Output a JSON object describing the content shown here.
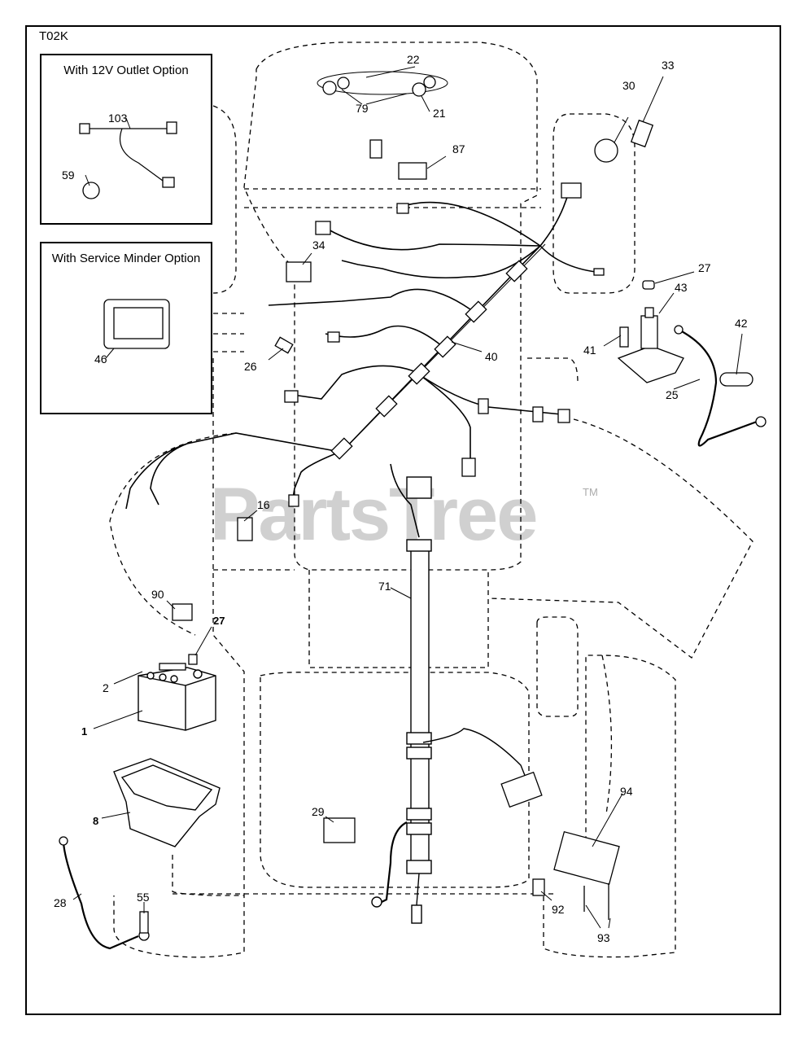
{
  "diagram": {
    "code": "T02K",
    "watermark": "PartsTree",
    "trademark": "TM"
  },
  "insets": {
    "outlet": {
      "title": "With 12V Outlet Option",
      "parts": [
        "103",
        "59"
      ]
    },
    "service": {
      "title": "With Service Minder Option",
      "parts": [
        "46"
      ]
    }
  },
  "callouts": {
    "c22": "22",
    "c79": "79",
    "c21": "21",
    "c87": "87",
    "c33": "33",
    "c30": "30",
    "c34": "34",
    "c27a": "27",
    "c43": "43",
    "c41": "41",
    "c42": "42",
    "c25": "25",
    "c26": "26",
    "c40": "40",
    "c16": "16",
    "c90": "90",
    "c71": "71",
    "c27b": "27",
    "c2": "2",
    "c1": "1",
    "c8": "8",
    "c29": "29",
    "c94": "94",
    "c92": "92",
    "c93": "93",
    "c28": "28",
    "c55": "55"
  },
  "colors": {
    "line": "#000000",
    "watermark": "#aaaaaa"
  }
}
